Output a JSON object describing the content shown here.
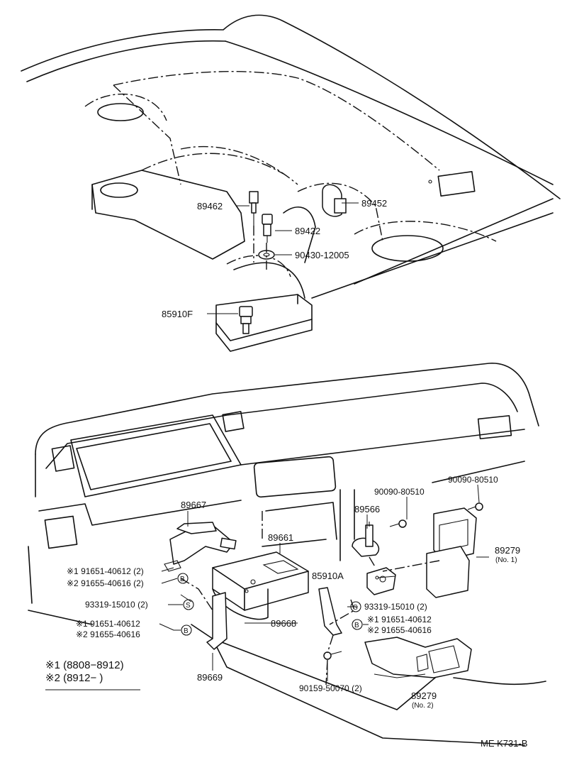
{
  "parts": {
    "p89462": "89462",
    "p89452": "89452",
    "p89422": "89422",
    "p90430": "90430-12005",
    "p85910F": "85910F",
    "p89667": "89667",
    "p89661": "89661",
    "p89566": "89566",
    "p90090a": "90090-80510",
    "p90090b": "90090-80510",
    "p89279a": "89279",
    "p89279a_note": "(No. 1)",
    "p85910A": "85910A",
    "p89668": "89668",
    "p89669": "89669",
    "p90159": "90159-50070 (2)",
    "p89279b": "89279",
    "p89279b_note": "(No. 2)"
  },
  "left_group": {
    "l1": "※1  91651-40612 (2)",
    "l2": "※2  91655-40616 (2)",
    "l3": "93319-15010 (2)",
    "l4": "※1  91651-40612",
    "l5": "※2  91655-40616"
  },
  "right_group": {
    "r1": "93319-15010 (2)",
    "r2": "※1  91651-40612",
    "r3": "※2  91655-40616"
  },
  "markers": {
    "b": "B",
    "s": "S"
  },
  "legend": {
    "row1": "※1 (8808−8912)",
    "row2": "※2 (8912−        )"
  },
  "doc_code": "ME  K731-B"
}
